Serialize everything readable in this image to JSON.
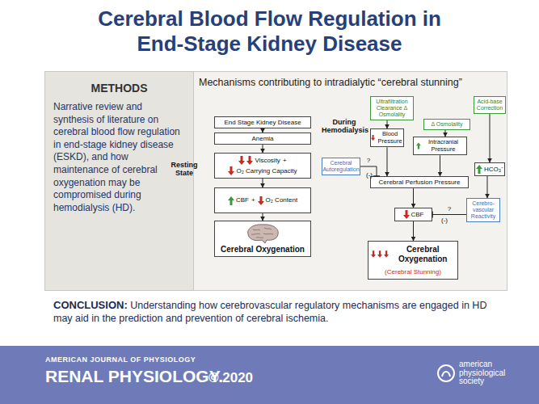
{
  "diagram": {
    "title": "Cerebral Blood Flow Regulation in End-Stage Kidney Disease",
    "nodes": [
      {
        "text": [
          "METHODS",
          "Narrative review and synthesis of literature on cerebral blood flow regulation in end-stage kidney disease (ESKD), and how maintenance of cerebral oxygenation may be compromised during hemodialysis (HD)."
        ]
      },
      {
        "text": [
          "Mechanisms contributing to intradialytic “cerebral stunning”"
        ]
      },
      {
        "text": [
          "End Stage Kidney Disease"
        ],
        "in": 1
      },
      {
        "text": [
          "Anemia"
        ],
        "in": 1
      },
      {
        "text": [
          "Viscosity",
          "+",
          "O₂ Carrying Capacity"
        ],
        "in": 1
      },
      {
        "text": [
          "CBF",
          "+",
          "O₂ Content"
        ],
        "in": 1
      },
      {
        "text": [
          "Cerebral Oxygenation"
        ],
        "in": 1
      },
      {
        "text": [
          "Ultrafiltration Clearance Δ Osmolality"
        ],
        "in": 1
      },
      {
        "text": [
          "Δ Osmolality"
        ],
        "in": 1
      },
      {
        "text": [
          "Acid-base Correction"
        ],
        "in": 1
      },
      {
        "text": [
          "Blood Pressure"
        ],
        "in": 1
      },
      {
        "text": [
          "Intracranial Pressure"
        ],
        "in": 1
      },
      {
        "text": [
          "Cerebral Autoregulation"
        ],
        "in": 1
      },
      {
        "text": [
          "Cerebral Perfusion Pressure"
        ],
        "in": 1
      },
      {
        "text": [
          "HCO₃⁻"
        ],
        "in": 1
      },
      {
        "text": [
          "CBF"
        ],
        "in": 1
      },
      {
        "text": [
          "Cerebro-vascular Reactivity"
        ],
        "in": 1
      },
      {
        "text": [
          "Cerebral Oxygenation",
          "(Cerebral Stunning)"
        ],
        "in": 1
      }
    ],
    "edges": [
      {
        "from": 2,
        "to": 3,
        "arrow": "to"
      },
      {
        "from": 3,
        "to": 4,
        "arrow": "to"
      },
      {
        "from": 4,
        "to": 5,
        "arrow": "to"
      },
      {
        "from": 5,
        "to": 6,
        "arrow": "to"
      },
      {
        "from": 7,
        "to": 10,
        "arrow": "to"
      },
      {
        "from": 8,
        "to": 11,
        "arrow": "to"
      },
      {
        "from": 9,
        "to": 14,
        "arrow": "to"
      },
      {
        "from": 10,
        "to": 13,
        "arrow": "to"
      },
      {
        "from": 11,
        "to": 13,
        "arrow": "to"
      },
      {
        "from": 12,
        "to": 13,
        "label": "?",
        "arrow": "none"
      },
      {
        "from": 13,
        "to": 15,
        "arrow": "to"
      },
      {
        "from": 14,
        "to": 16,
        "arrow": "to"
      },
      {
        "from": 16,
        "to": 15,
        "label": "?",
        "arrow": "none"
      },
      {
        "from": 15,
        "to": 17,
        "arrow": "to"
      }
    ],
    "labels": [
      "Resting State",
      "During Hemodialysis",
      "(-)",
      "(-)",
      "CONCLUSION:",
      "Understanding how cerebrovascular regulatory mechanisms are engaged in HD may aid in the prediction and prevention of cerebral ischemia.",
      "AMERICAN JOURNAL OF PHYSIOLOGY",
      "RENAL PHYSIOLOGY.",
      "© 2020",
      "american physiological society"
    ]
  }
}
